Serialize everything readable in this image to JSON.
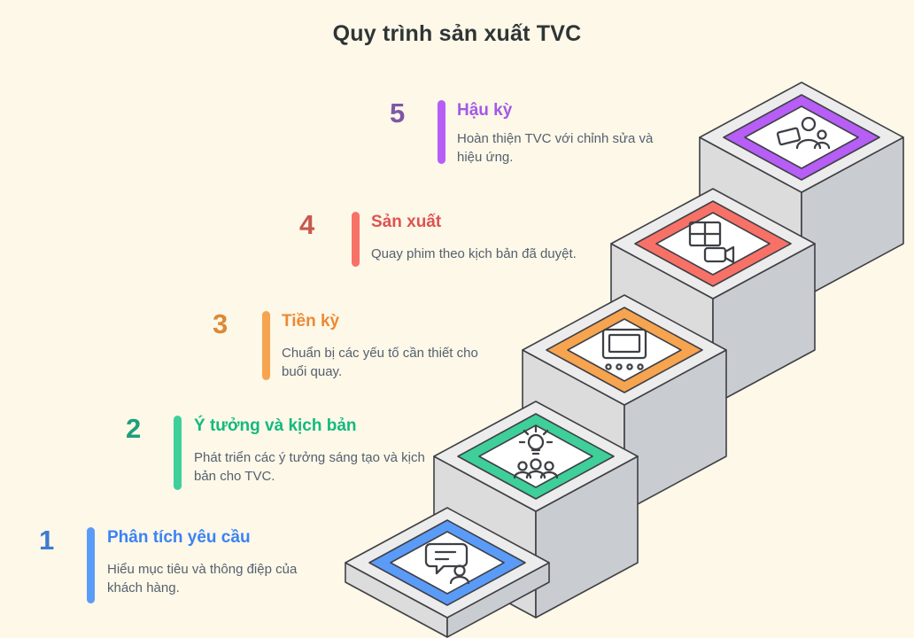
{
  "title": "Quy trình sản xuất TVC",
  "colors": {
    "background": "#fdf8e7",
    "outline": "#3f4046",
    "stair_top": "#ececec",
    "stair_left": "#dcdcdc",
    "stair_right": "#c9ccd1",
    "heading": "#2f3437",
    "text_muted": "#556070"
  },
  "steps": [
    {
      "number": "1",
      "title": "Phân tích yêu cầu",
      "description": "Hiểu mục tiêu và thông điệp của khách hàng.",
      "color": "#5b9bf8",
      "title_color": "#3b82f6",
      "number_color": "#3f7ad2",
      "icon": "chat-bubble-person-icon"
    },
    {
      "number": "2",
      "title": "Ý tưởng và kịch bản",
      "description": "Phát triển các ý tưởng sáng tạo và kịch bản cho TVC.",
      "color": "#3ecf9a",
      "title_color": "#13b981",
      "number_color": "#1f9e7c",
      "icon": "lightbulb-team-icon"
    },
    {
      "number": "3",
      "title": "Tiền kỳ",
      "description": "Chuẩn bị các yếu tố cần thiết cho buổi quay.",
      "color": "#f6a44f",
      "title_color": "#ed8936",
      "number_color": "#db8a35",
      "icon": "presentation-screen-icon"
    },
    {
      "number": "4",
      "title": "Sản xuất",
      "description": "Quay phim theo kịch bản đã duyệt.",
      "color": "#f87167",
      "title_color": "#e05252",
      "number_color": "#c75950",
      "icon": "video-camera-icon"
    },
    {
      "number": "5",
      "title": "Hậu kỳ",
      "description": "Hoàn thiện TVC với chỉnh sửa và hiệu ứng.",
      "color": "#b65ef5",
      "title_color": "#a259e6",
      "number_color": "#7e57a8",
      "icon": "people-media-icon"
    }
  ]
}
